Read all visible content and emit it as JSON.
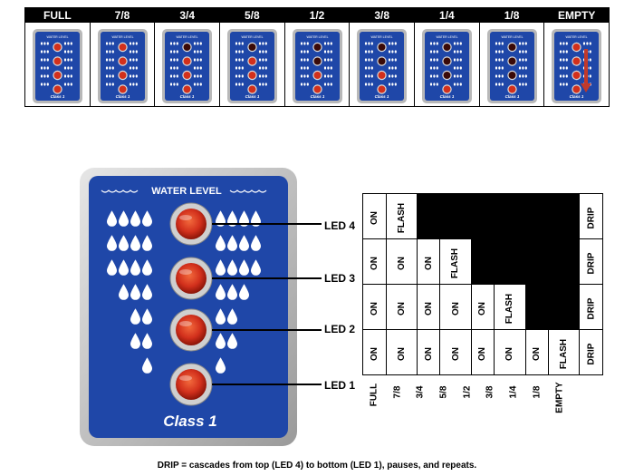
{
  "strip": {
    "levels": [
      "FULL",
      "7/8",
      "3/4",
      "5/8",
      "1/2",
      "3/8",
      "1/4",
      "1/8",
      "EMPTY"
    ],
    "mini_title": "WATER LEVEL",
    "brand": "Class 1"
  },
  "panel": {
    "title": "WATER LEVEL",
    "brand": "Class 1",
    "led_labels": [
      "LED 4",
      "LED 3",
      "LED 2",
      "LED 1"
    ]
  },
  "grid": {
    "columns": [
      "FULL",
      "7/8",
      "3/4",
      "5/8",
      "1/2",
      "3/8",
      "1/4",
      "1/8",
      "EMPTY"
    ],
    "rows": [
      {
        "led": "LED 4",
        "cells": [
          "ON",
          "FLASH",
          "",
          "",
          "",
          "",
          "",
          "",
          "DRIP"
        ]
      },
      {
        "led": "LED 3",
        "cells": [
          "ON",
          "ON",
          "ON",
          "FLASH",
          "",
          "",
          "",
          "",
          "DRIP"
        ]
      },
      {
        "led": "LED 2",
        "cells": [
          "ON",
          "ON",
          "ON",
          "ON",
          "ON",
          "FLASH",
          "",
          "",
          "DRIP"
        ]
      },
      {
        "led": "LED 1",
        "cells": [
          "ON",
          "ON",
          "ON",
          "ON",
          "ON",
          "ON",
          "ON",
          "FLASH",
          "DRIP"
        ]
      }
    ]
  },
  "caption": "DRIP = cascades from top (LED 4) to bottom (LED 1), pauses, and repeats.",
  "colors": {
    "panel_blue": "#1f47a8",
    "led_red": "#d2301c",
    "frame": "#b8b8b8"
  }
}
